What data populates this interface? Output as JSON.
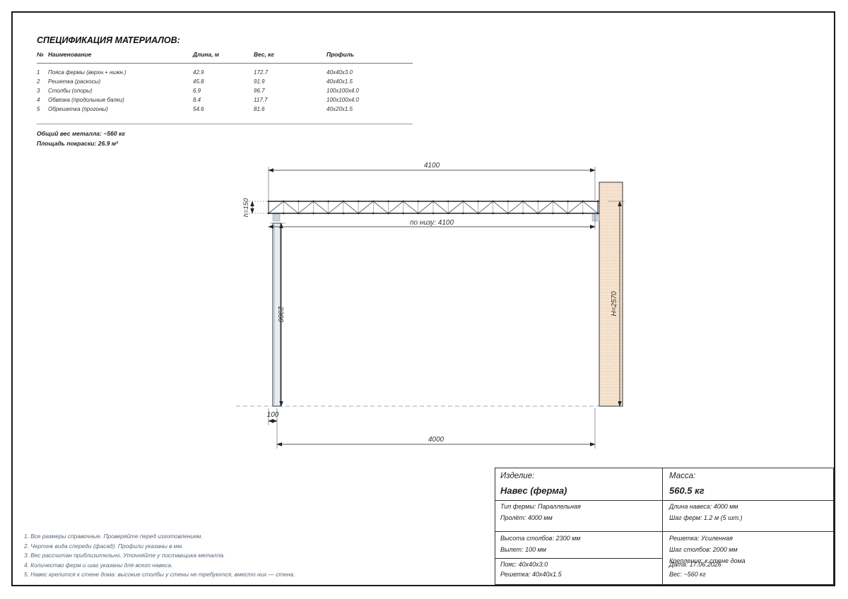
{
  "spec": {
    "title": "СПЕЦИФИКАЦИЯ МАТЕРИАЛОВ:",
    "headers": [
      "№",
      "Наименование",
      "Длина, м",
      "Вес, кг",
      "Профиль"
    ],
    "rows": [
      [
        "1",
        "Пояса фермы (верхн.+ нижн.)",
        "42.9",
        "172.7",
        "40x40x3.0"
      ],
      [
        "2",
        "Решетка (раскосы)",
        "45.8",
        "91.9",
        "40x40x1.5"
      ],
      [
        "3",
        "Столбы (опоры)",
        "6.9",
        "96.7",
        "100x100x4.0"
      ],
      [
        "4",
        "Обвязка (продольные балки)",
        "8.4",
        "117.7",
        "100x100x4.0"
      ],
      [
        "5",
        "Обрешетка (прогоны)",
        "54.6",
        "81.6",
        "40x20x1.5"
      ]
    ],
    "total_weight": "Общий вес металла: ~560 кг",
    "paint_area": "Площадь покраски: 26.9 м²"
  },
  "drawing": {
    "dim_top": "4100",
    "dim_bottom_chord": "по низу: 4100",
    "dim_truss_height": "h=150",
    "dim_post_height": "2300",
    "dim_wall_height": "H=2570",
    "dim_overhang": "100",
    "dim_span": "4000",
    "truss_panels": 22,
    "colors": {
      "wall": "#f6e3cf",
      "post": "#e7edf3",
      "line": "#333333"
    }
  },
  "notes": [
    "1. Все размеры справочные. Проверяйте перед изготовлением.",
    "2. Чертеж вида спереди (фасад). Профили указаны в мм.",
    "3. Вес рассчитан приблизительно. Уточняйте у поставщика металла.",
    "4. Количество ферм и шаг указаны для всего навеса.",
    "5. Навес крепится к стене дома: высокие столбы у стены не требуются, вместо них — стена."
  ],
  "titleblock": {
    "product_label": "Изделие:",
    "product_value": "Навес (ферма)",
    "mass_label": "Масса:",
    "mass_value": "560.5 кг",
    "truss_type": "Тип фермы: Параллельная",
    "span": "Пролёт: 4000 мм",
    "canopy_length": "Длина навеса: 4000 мм",
    "truss_step": "Шаг ферм: 1.2 м (5 шт.)",
    "post_height": "Высота столбов: 2300 мм",
    "overhang": "Вылет: 100 мм",
    "lattice_type": "Решетка: Усиленная",
    "post_step": "Шаг столбов: 2000 мм",
    "mounting": "Крепление: к стене дома",
    "chord": "Пояс: 40x40x3.0",
    "lattice": "Решетка: 40x40x1.5",
    "date": "Дата: 17.06.2026",
    "weight": "Вес: ~560 кг"
  }
}
